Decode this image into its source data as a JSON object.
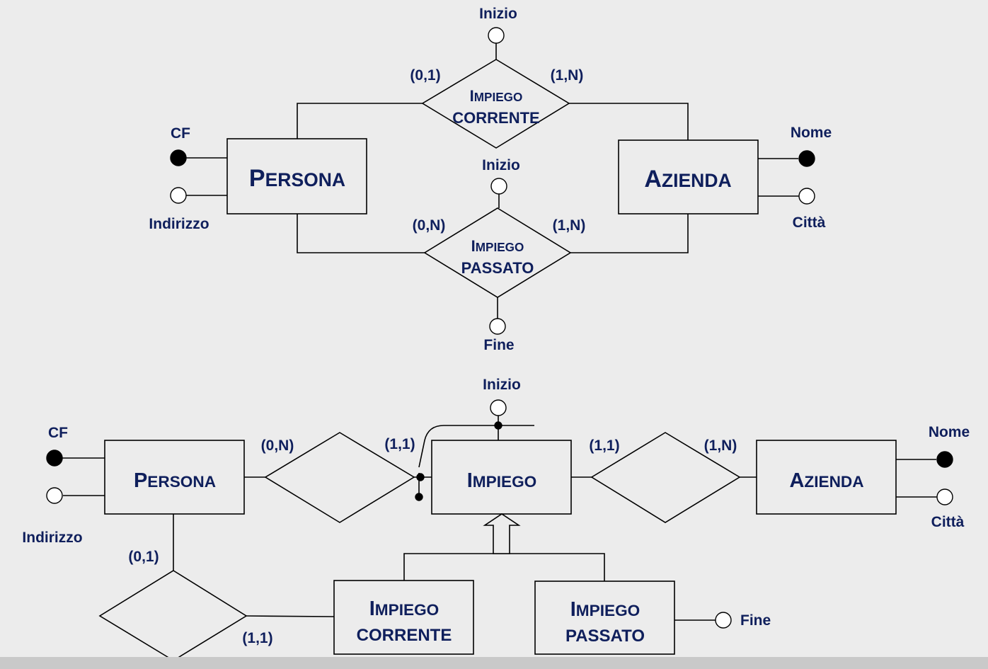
{
  "top_diagram": {
    "entities": {
      "persona": {
        "first": "P",
        "rest": "ERSONA"
      },
      "azienda": {
        "first": "A",
        "rest": "ZIENDA"
      }
    },
    "relationships": {
      "impiego_corrente": {
        "first": "I",
        "rest": "MPIEGO",
        "line2": "CORRENTE"
      },
      "impiego_passato": {
        "first": "I",
        "rest": "MPIEGO",
        "line2": "PASSATO"
      }
    },
    "attributes": {
      "cf": "CF",
      "indirizzo": "Indirizzo",
      "nome": "Nome",
      "citta": "Città",
      "inizio_corrente": "Inizio",
      "inizio_passato": "Inizio",
      "fine": "Fine"
    },
    "cardinalities": {
      "persona_corrente": "(0,1)",
      "azienda_corrente": "(1,N)",
      "persona_passato": "(0,N)",
      "azienda_passato": "(1,N)"
    }
  },
  "bottom_diagram": {
    "entities": {
      "persona": {
        "first": "P",
        "rest": "ERSONA"
      },
      "impiego": {
        "first": "I",
        "rest": "MPIEGO"
      },
      "azienda": {
        "first": "A",
        "rest": "ZIENDA"
      },
      "impiego_corrente": {
        "first": "I",
        "rest": "MPIEGO",
        "line2": "CORRENTE"
      },
      "impiego_passato": {
        "first": "I",
        "rest": "MPIEGO",
        "line2": "PASSATO"
      }
    },
    "attributes": {
      "cf": "CF",
      "indirizzo": "Indirizzo",
      "nome": "Nome",
      "citta": "Città",
      "inizio": "Inizio",
      "fine": "Fine"
    },
    "cardinalities": {
      "persona_impiego": "(0,N)",
      "impiego_persona": "(1,1)",
      "impiego_azienda": "(1,1)",
      "azienda_impiego": "(1,N)",
      "persona_corrente": "(0,1)",
      "corrente_persona": "(1,1)"
    }
  }
}
